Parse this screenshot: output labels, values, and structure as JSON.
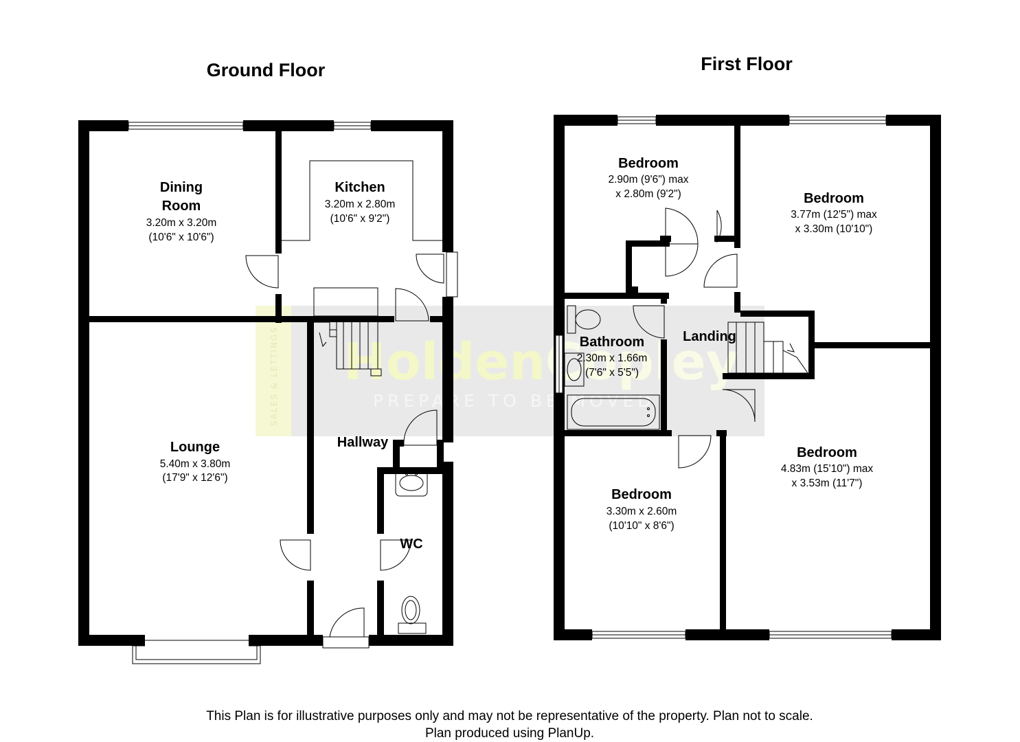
{
  "floors": {
    "ground": {
      "title": "Ground Floor",
      "rooms": {
        "dining": {
          "name_line1": "Dining",
          "name_line2": "Room",
          "dim_metric": "3.20m x 3.20m",
          "dim_imperial": "(10'6\" x 10'6\")"
        },
        "kitchen": {
          "name": "Kitchen",
          "dim_metric": "3.20m x 2.80m",
          "dim_imperial": "(10'6\" x 9'2\")"
        },
        "lounge": {
          "name": "Lounge",
          "dim_metric": "5.40m x 3.80m",
          "dim_imperial": "(17'9\" x 12'6\")"
        },
        "hallway": {
          "name": "Hallway"
        },
        "wc": {
          "name": "WC"
        }
      }
    },
    "first": {
      "title": "First Floor",
      "rooms": {
        "bedroom_a": {
          "name": "Bedroom",
          "dim_metric": "2.90m (9'6\") max",
          "dim_imperial": "x 2.80m (9'2\")"
        },
        "bedroom_b": {
          "name": "Bedroom",
          "dim_metric": "3.77m (12'5\") max",
          "dim_imperial": "x 3.30m (10'10\")"
        },
        "bathroom": {
          "name": "Bathroom",
          "dim_metric": "2.30m x 1.66m",
          "dim_imperial": "(7'6\" x 5'5\")"
        },
        "landing": {
          "name": "Landing"
        },
        "bedroom_c": {
          "name": "Bedroom",
          "dim_metric": "4.83m (15'10\") max",
          "dim_imperial": "x 3.53m (11'7\")"
        },
        "bedroom_d": {
          "name": "Bedroom",
          "dim_metric": "3.30m x 2.60m",
          "dim_imperial": "(10'10\" x 8'6\")"
        }
      }
    }
  },
  "watermark": {
    "brand_part1": "Holden",
    "brand_part2": "Copley",
    "tagline": "PREPARE TO BE MOVED",
    "side_text": "SALES & LETTINGS"
  },
  "footer": {
    "line1": "This Plan is for illustrative purposes only and may not be representative of the property. Plan not to scale.",
    "line2": "Plan produced using PlanUp."
  },
  "colors": {
    "wall": "#000000",
    "watermark_band": "#e9e9e9",
    "watermark_brand": "#f4f7c8",
    "watermark_side": "#f6f8d4"
  }
}
